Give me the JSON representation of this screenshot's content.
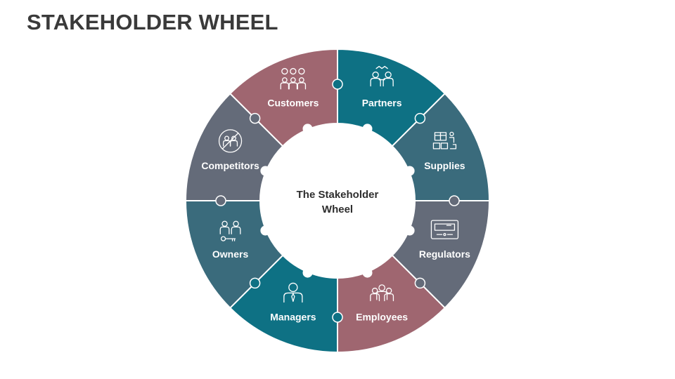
{
  "title": "STAKEHOLDER WHEEL",
  "center": {
    "line1": "The Stakeholder",
    "line2": "Wheel"
  },
  "colors": {
    "teal": "#0e7184",
    "slate": "#3a6b7c",
    "gray": "#646b79",
    "rose": "#9f6670"
  },
  "segments": [
    {
      "label": "Partners",
      "icon": "handshake-people-icon",
      "color": "#0e7184"
    },
    {
      "label": "Supplies",
      "icon": "warehouse-delivery-icon",
      "color": "#3a6b7c"
    },
    {
      "label": "Regulators",
      "icon": "thermostat-icon",
      "color": "#646b79"
    },
    {
      "label": "Employees",
      "icon": "employee-group-icon",
      "color": "#9f6670"
    },
    {
      "label": "Managers",
      "icon": "manager-icon",
      "color": "#0e7184"
    },
    {
      "label": "Owners",
      "icon": "owners-key-icon",
      "color": "#3a6b7c"
    },
    {
      "label": "Competitors",
      "icon": "competitors-icon",
      "color": "#646b79"
    },
    {
      "label": "Customers",
      "icon": "customers-feedback-icon",
      "color": "#9f6670"
    }
  ]
}
